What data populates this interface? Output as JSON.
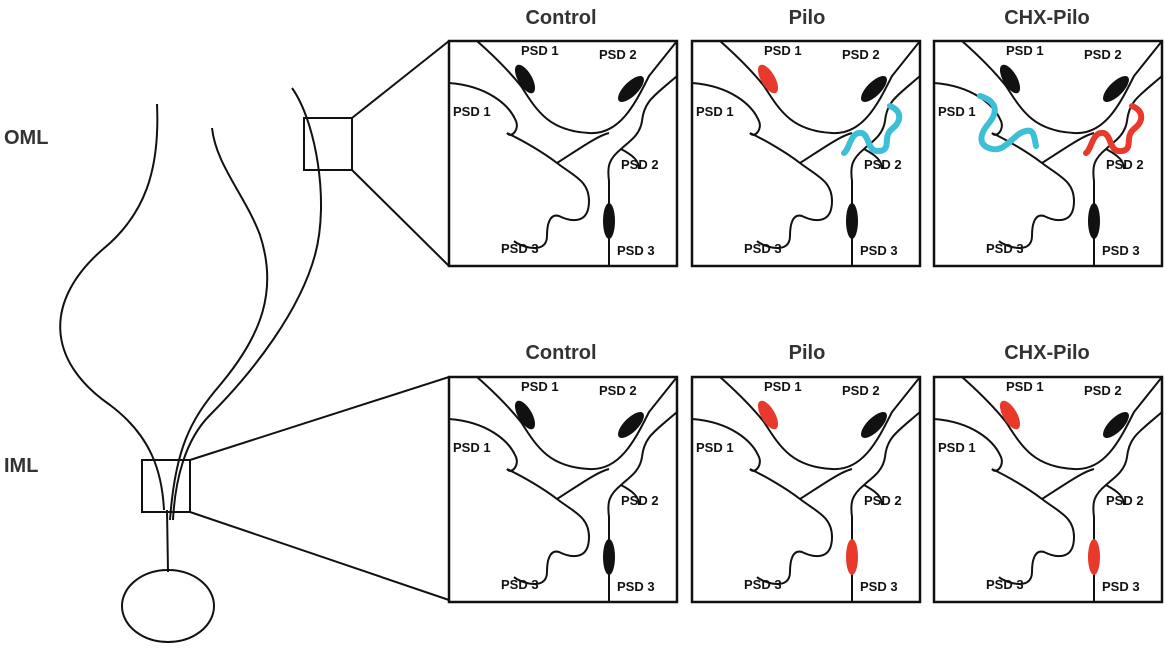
{
  "layers": {
    "oml": "OML",
    "iml": "IML"
  },
  "columns": [
    "Control",
    "Pilo",
    "CHX-Pilo"
  ],
  "psd_labels": {
    "psd1": "PSD 1",
    "psd2": "PSD 2",
    "psd3": "PSD 3"
  },
  "colors": {
    "outline": "#111111",
    "normal_psd": "#111111",
    "red_psd": "#e8392b",
    "cyan_psd": "#3dbfd8"
  },
  "panels": [
    {
      "row": "OML",
      "column": "Control",
      "psd1_upper": "normal",
      "psd2_upper": "normal",
      "psd1_lower": "none",
      "psd2_lower": "none",
      "psd3": "normal"
    },
    {
      "row": "OML",
      "column": "Pilo",
      "psd1_upper": "red",
      "psd2_upper": "normal",
      "psd1_lower": "none",
      "psd2_lower": "cyan",
      "psd3": "normal"
    },
    {
      "row": "OML",
      "column": "CHX-Pilo",
      "psd1_upper": "normal",
      "psd2_upper": "normal",
      "psd1_lower": "cyan",
      "psd2_lower": "red",
      "psd3": "normal"
    },
    {
      "row": "IML",
      "column": "Control",
      "psd1_upper": "normal",
      "psd2_upper": "normal",
      "psd1_lower": "none",
      "psd2_lower": "none",
      "psd3": "normal"
    },
    {
      "row": "IML",
      "column": "Pilo",
      "psd1_upper": "red",
      "psd2_upper": "normal",
      "psd1_lower": "none",
      "psd2_lower": "none",
      "psd3": "red"
    },
    {
      "row": "IML",
      "column": "CHX-Pilo",
      "psd1_upper": "red",
      "psd2_upper": "normal",
      "psd1_lower": "none",
      "psd2_lower": "none",
      "psd3": "red"
    }
  ]
}
